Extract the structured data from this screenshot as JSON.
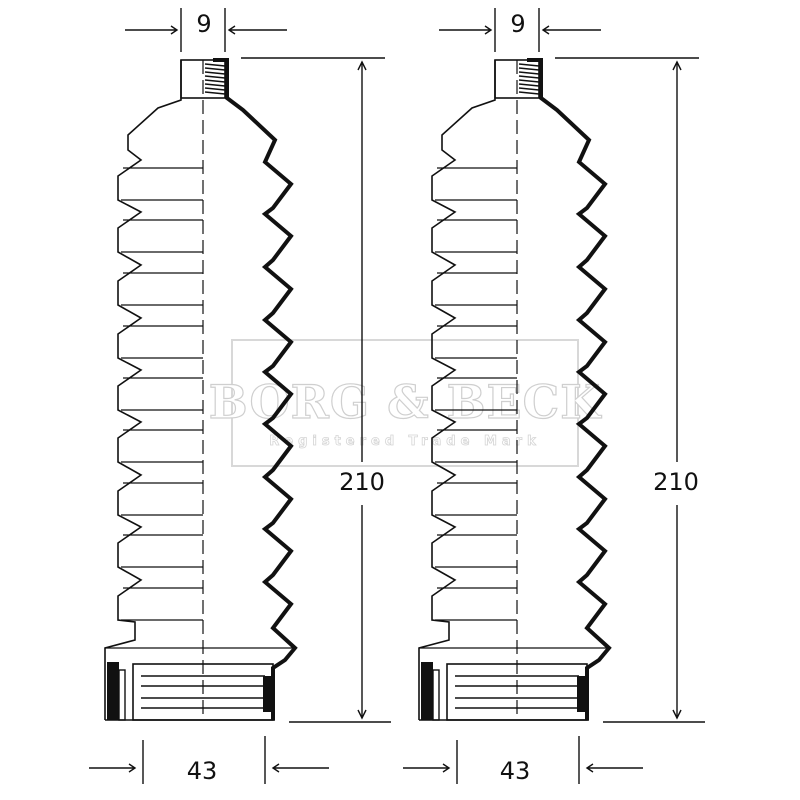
{
  "watermark": {
    "brand": "BORG & BECK",
    "tagline": "Registered Trade Mark"
  },
  "parts": [
    {
      "id": "left",
      "top_diameter": "9",
      "length": "210",
      "bottom_diameter": "43"
    },
    {
      "id": "right",
      "top_diameter": "9",
      "length": "210",
      "bottom_diameter": "43"
    }
  ],
  "colors": {
    "line": "#111111",
    "watermark": "#d0d0d0"
  }
}
